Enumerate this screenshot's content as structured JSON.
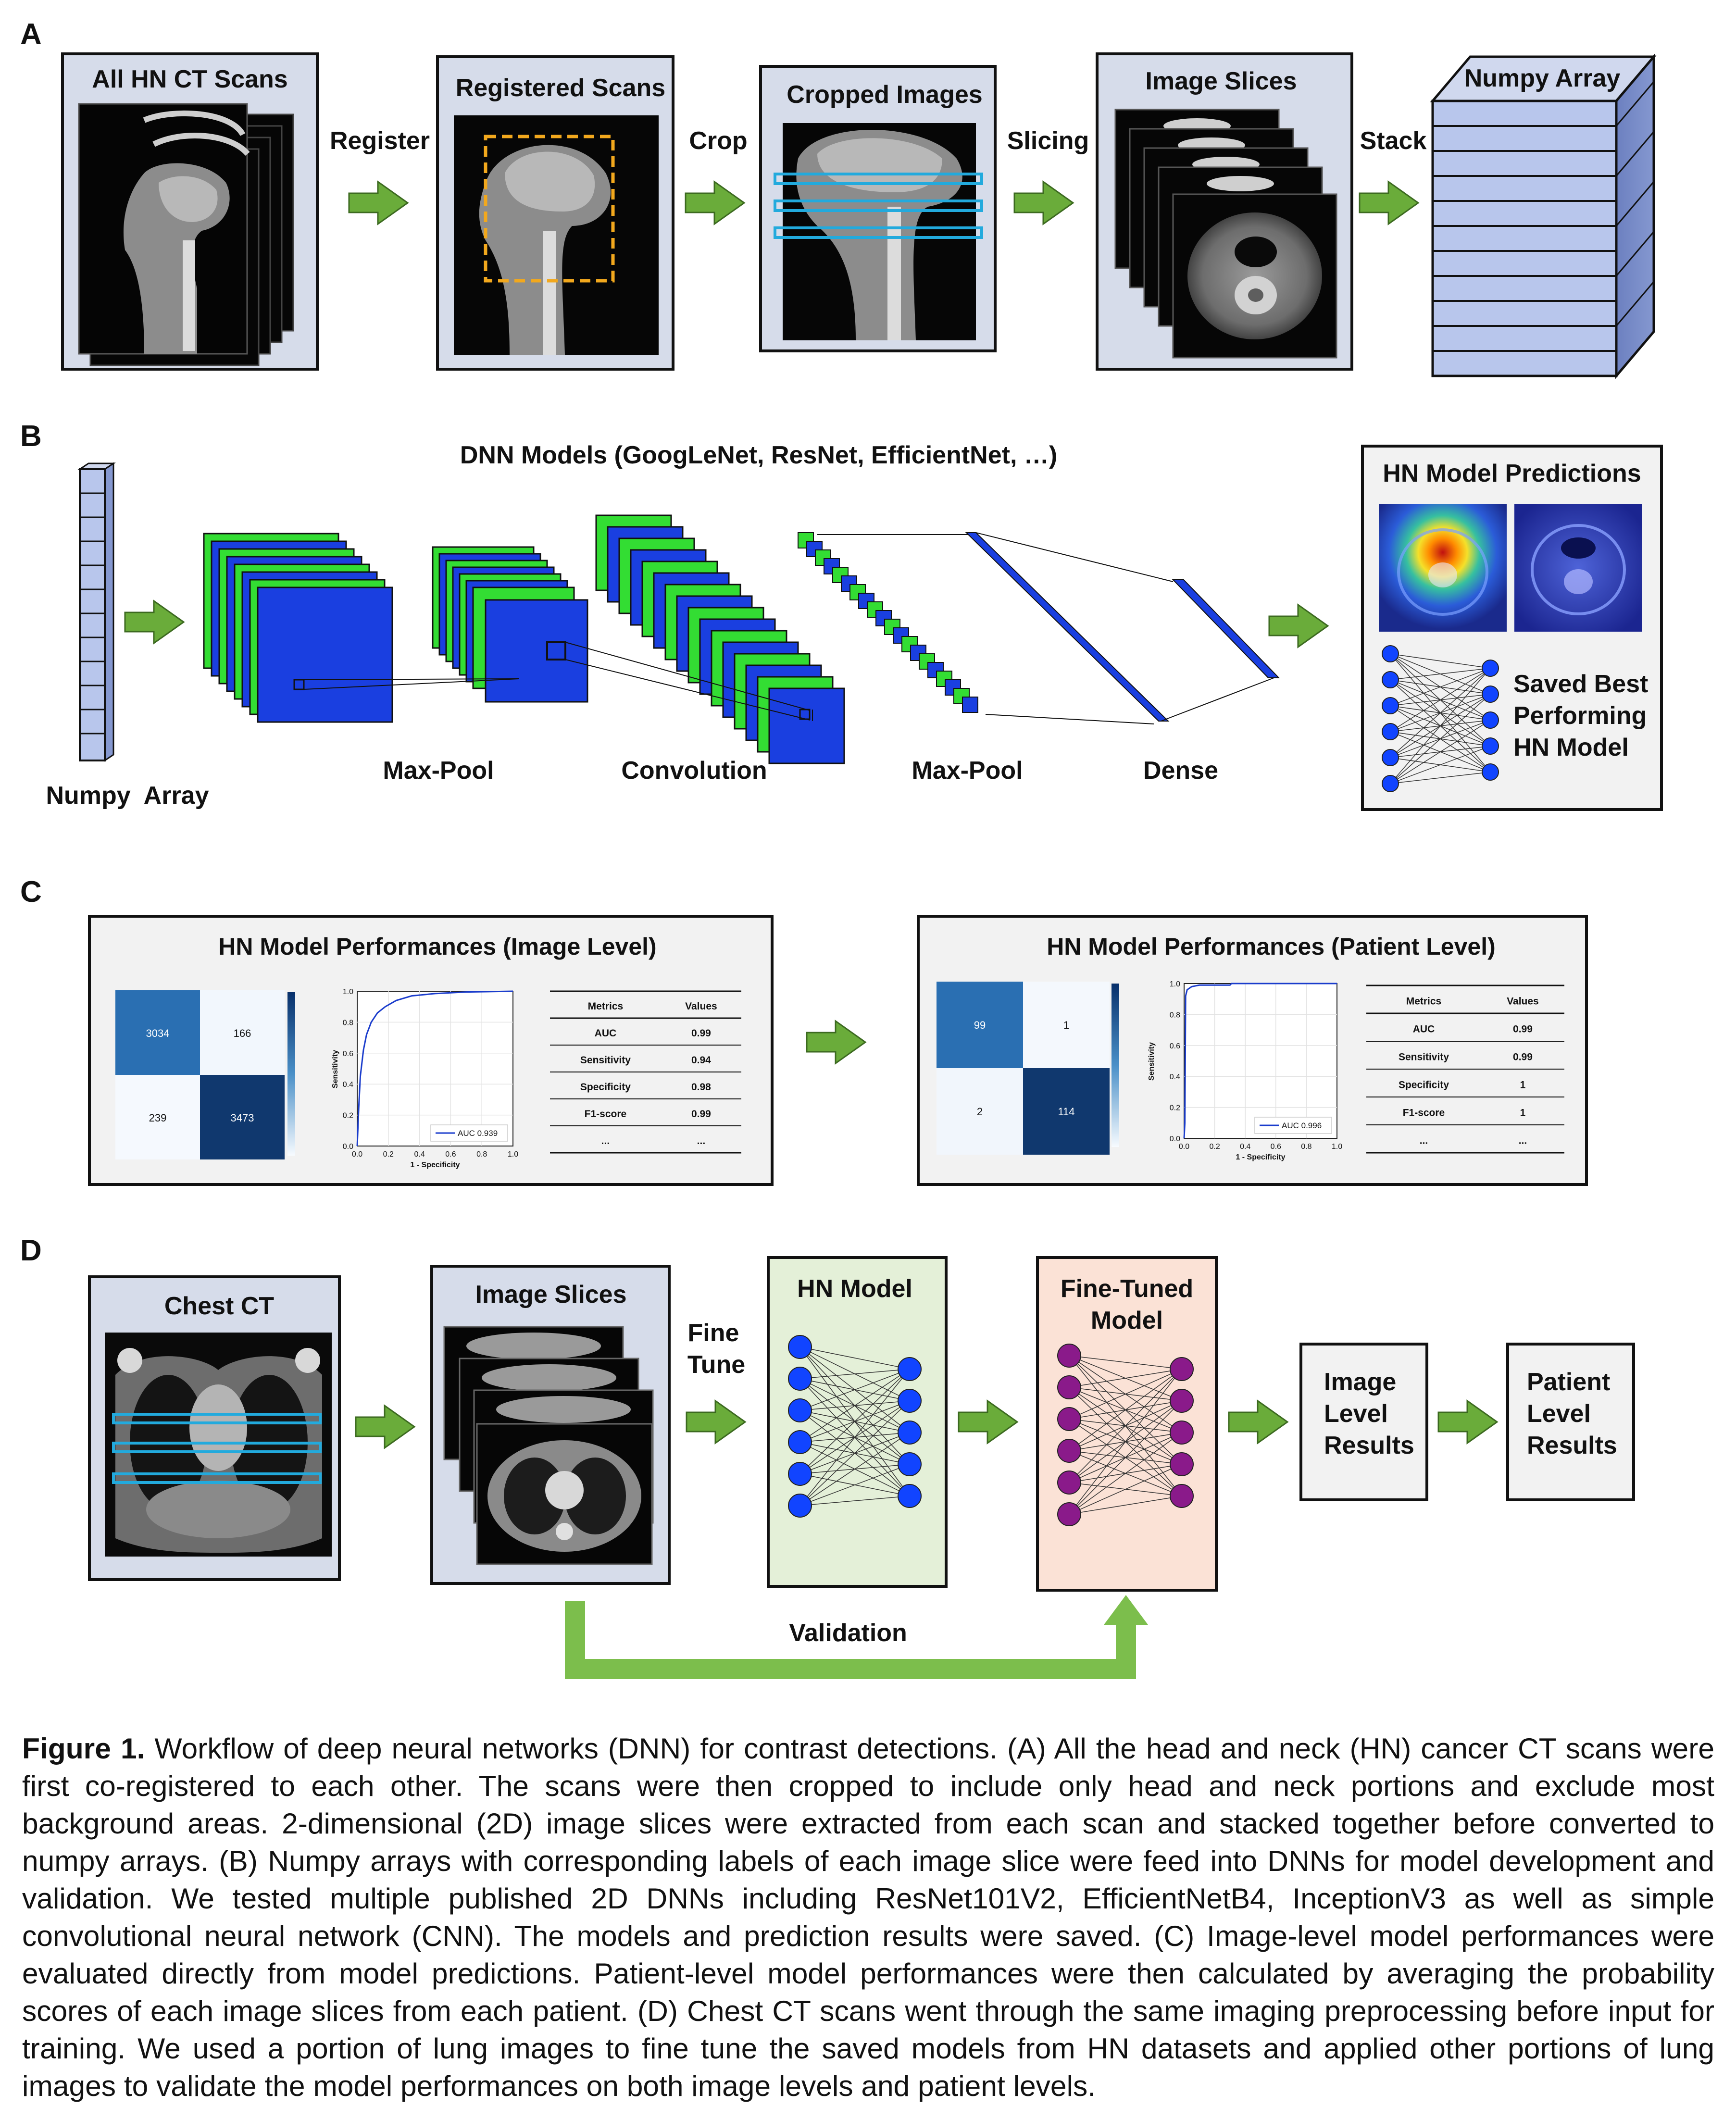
{
  "panels": {
    "a": {
      "letter": "A",
      "boxes": [
        "All HN CT Scans",
        "Registered Scans",
        "Cropped Images",
        "Image Slices",
        "Numpy Array"
      ],
      "arrows": [
        "Register",
        "Crop",
        "Slicing",
        "Stack"
      ]
    },
    "b": {
      "letter": "B",
      "title": "DNN Models (GoogLeNet, ResNet, EfficientNet, …)",
      "input_label": "Numpy  Array",
      "layers": [
        "Max-Pool",
        "Convolution",
        "Max-Pool",
        "Dense"
      ],
      "predictions_title": "HN Model Predictions",
      "saved_lines": [
        "Saved Best",
        "Performing",
        "HN Model"
      ]
    },
    "c": {
      "letter": "C",
      "image_level": {
        "title": "HN Model Performances (Image Level)",
        "confusion": [
          "3034",
          "166",
          "239",
          "3473"
        ],
        "roc_legend": "AUC 0.939",
        "ylabel": "Sensitivity",
        "xlabel": "1 - Specificity",
        "ticks": [
          "0.0",
          "0.2",
          "0.4",
          "0.6",
          "0.8",
          "1.0"
        ],
        "table_headers": [
          "Metrics",
          "Values"
        ],
        "rows": [
          [
            "AUC",
            "0.99"
          ],
          [
            "Sensitivity",
            "0.94"
          ],
          [
            "Specificity",
            "0.98"
          ],
          [
            "F1-score",
            "0.99"
          ],
          [
            "...",
            "..."
          ]
        ]
      },
      "patient_level": {
        "title": "HN Model Performances (Patient Level)",
        "confusion": [
          "99",
          "1",
          "2",
          "114"
        ],
        "roc_legend": "AUC 0.996",
        "ylabel": "Sensitivity",
        "xlabel": "1 - Specificity",
        "ticks": [
          "0.0",
          "0.2",
          "0.4",
          "0.6",
          "0.8",
          "1.0"
        ],
        "table_headers": [
          "Metrics",
          "Values"
        ],
        "rows": [
          [
            "AUC",
            "0.99"
          ],
          [
            "Sensitivity",
            "0.99"
          ],
          [
            "Specificity",
            "1"
          ],
          [
            "F1-score",
            "1"
          ],
          [
            "...",
            "..."
          ]
        ]
      }
    },
    "d": {
      "letter": "D",
      "chest": "Chest CT",
      "slices": "Image Slices",
      "fine_tune": [
        "Fine",
        "Tune"
      ],
      "hn_model": "HN Model",
      "fine_tuned": [
        "Fine-Tuned",
        "Model"
      ],
      "image_results": [
        "Image",
        "Level",
        "Results"
      ],
      "patient_results": [
        "Patient",
        "Level",
        "Results"
      ],
      "validation": "Validation"
    }
  },
  "caption": {
    "label": "Figure 1.",
    "text": " Workflow of deep neural networks (DNN) for contrast detections. (A) All the head and neck (HN) cancer CT scans were first co-registered to each other. The scans were then cropped to include only head and neck portions and exclude most background areas. 2-dimensional (2D) image slices were extracted from each scan and stacked together before converted to numpy arrays. (B) Numpy arrays with corresponding labels of each image slice were feed into DNNs for model development and validation. We tested multiple published 2D DNNs including ResNet101V2, EfficientNetB4, InceptionV3 as well as simple convolutional neural network (CNN). The models and prediction results were saved. (C) Image-level model performances were evaluated directly from model predictions. Patient-level model performances were then calculated by averaging the probability scores of each image slices from each patient. (D) Chest CT scans went through the same imaging preprocessing before input for training. We used a portion of lung images to fine tune the saved models from HN datasets and applied other portions of lung images to validate the model performances on both image levels and patient levels."
  },
  "colors": {
    "panel_fill": "#d6dcea",
    "arrow_green": "#6aac3a",
    "conv_green": "#33dd33",
    "conv_blue": "#1a3fe0",
    "crop_orange": "#f2a81d",
    "slice_cyan": "#22aadd",
    "node_blue": "#1144ff",
    "node_purple": "#8a1a8a",
    "heat_dark": "#10386e",
    "heat_light": "#f2f7fd",
    "hn_model_fill": "#e4f0d8",
    "fine_tuned_fill": "#fbe2d6",
    "validation_green": "#7cbe4c"
  }
}
